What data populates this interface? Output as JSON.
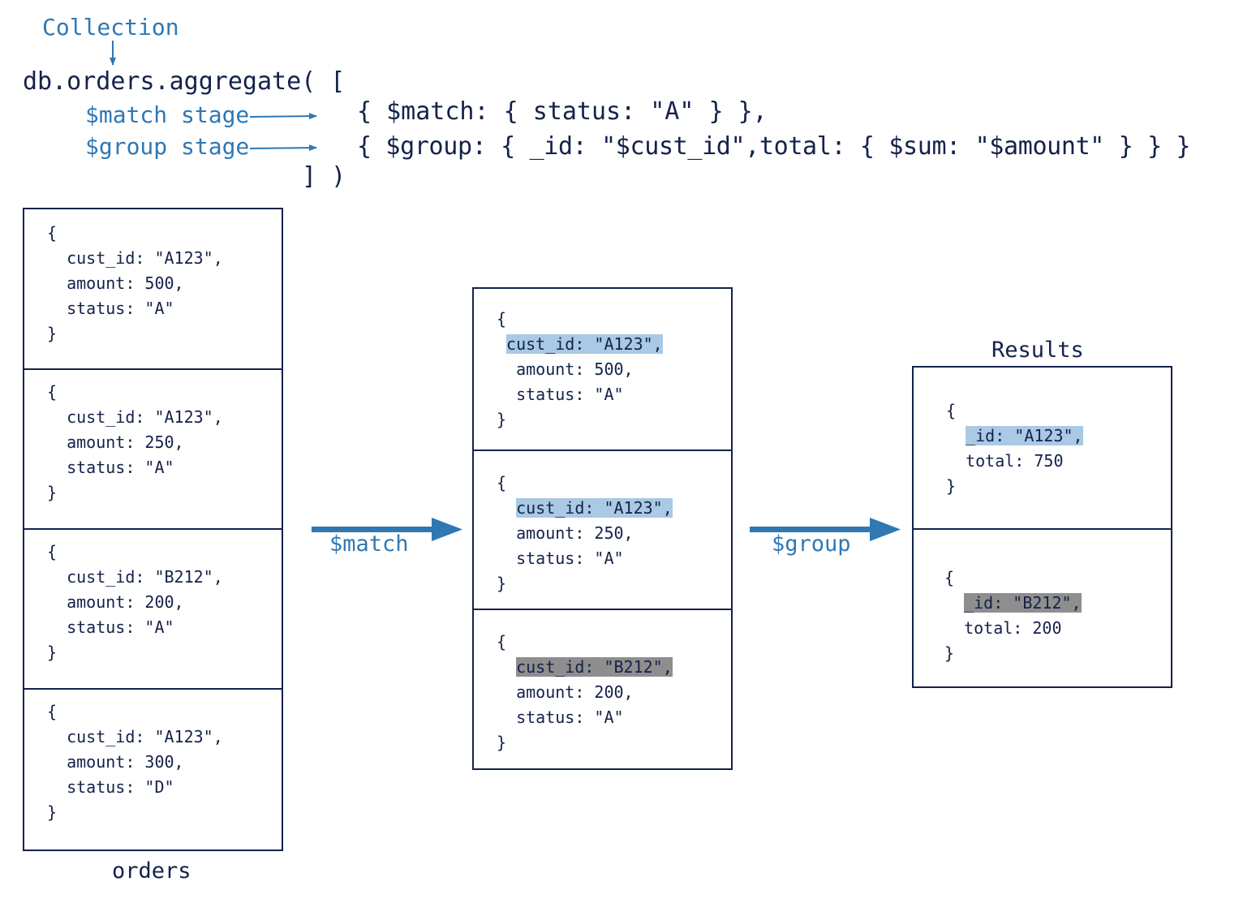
{
  "header": {
    "collection_label": "Collection",
    "code_line1": "db.orders.aggregate( [",
    "match_stage_label": "$match stage",
    "group_stage_label": "$group stage",
    "code_line2": "{ $match: { status: \"A\" } },",
    "code_line3": "{ $group: { _id: \"$cust_id\",total: { $sum: \"$amount\" } } }",
    "code_line4": "] )"
  },
  "orders": {
    "caption": "orders",
    "docs": [
      {
        "open": "{",
        "l1": "cust_id: \"A123\",",
        "l2": "amount: 500,",
        "l3": "status: \"A\"",
        "close": "}"
      },
      {
        "open": "{",
        "l1": "cust_id: \"A123\",",
        "l2": "amount: 250,",
        "l3": "status: \"A\"",
        "close": "}"
      },
      {
        "open": "{",
        "l1": "cust_id: \"B212\",",
        "l2": "amount: 200,",
        "l3": "status: \"A\"",
        "close": "}"
      },
      {
        "open": "{",
        "l1": "cust_id: \"A123\",",
        "l2": "amount: 300,",
        "l3": "status: \"D\"",
        "close": "}"
      }
    ]
  },
  "matched": {
    "docs": [
      {
        "open": "{",
        "l1": "cust_id: \"A123\",",
        "l2": "amount: 500,",
        "l3": "status: \"A\"",
        "close": "}",
        "highlight": "#a9c9e4"
      },
      {
        "open": "{",
        "l1": "cust_id: \"A123\",",
        "l2": "amount: 250,",
        "l3": "status: \"A\"",
        "close": "}",
        "highlight": "#a9c9e4"
      },
      {
        "open": "{",
        "l1": "cust_id: \"B212\",",
        "l2": "amount: 200,",
        "l3": "status: \"A\"",
        "close": "}",
        "highlight": "#8e8e8e"
      }
    ]
  },
  "results": {
    "caption": "Results",
    "docs": [
      {
        "open": "{",
        "l1": "_id: \"A123\",",
        "l2": "total: 750",
        "close": "}",
        "highlight": "#a9c9e4"
      },
      {
        "open": "{",
        "l1": "_id: \"B212\",",
        "l2": "total: 200",
        "close": "}",
        "highlight": "#8e8e8e"
      }
    ]
  },
  "arrows": {
    "match_label": "$match",
    "group_label": "$group"
  },
  "colors": {
    "accent": "#2f78b4",
    "ink": "#14224a",
    "highlight_blue": "#a9c9e4",
    "highlight_gray": "#8e8e8e"
  }
}
